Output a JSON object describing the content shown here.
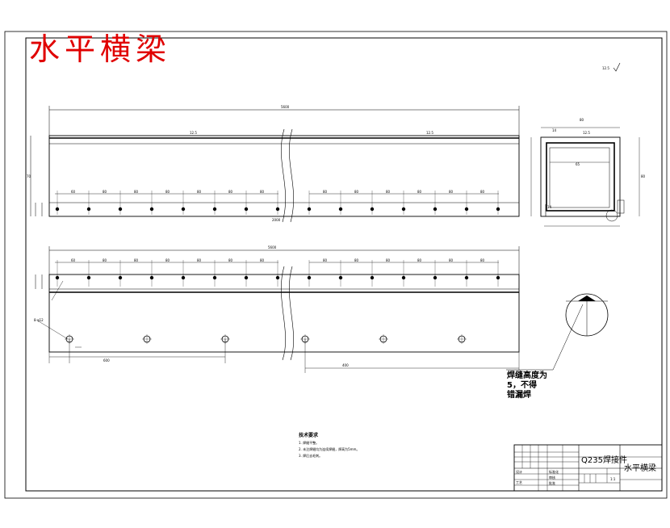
{
  "header": {
    "title": "水平横梁",
    "roughness_mark": "12.5"
  },
  "front_view": {
    "overall_length_dim": "5600",
    "height_dim": "70",
    "hole_pitch_top": [
      "60",
      "80",
      "80",
      "80",
      "80",
      "80",
      "80",
      "80",
      "80",
      "80",
      "80",
      "80",
      "80",
      "80",
      "60"
    ],
    "segment_dim": "2000"
  },
  "side_view": {
    "width_dim": "80",
    "inner_dim": "65",
    "height_dim": "80"
  },
  "bottom_view": {
    "overall_dim": "5600",
    "hole_label": "8-φ12",
    "span_a": "600",
    "span_b": "400"
  },
  "detail": {
    "weld_note_1": "焊缝高度为",
    "weld_note_2": "5，不得",
    "weld_note_3": "错漏焊"
  },
  "tech_notes": {
    "heading": "技术要求",
    "line1": "1. 焊缝平整。",
    "line2": "2. 未注焊缝均为连续焊缝，焊高为5mm。",
    "line3": "3. 焊后去毛刺。"
  },
  "title_block": {
    "material": "Q235焊接件",
    "name": "水平横梁",
    "label_design": "设计",
    "label_review": "审核",
    "label_craft": "工艺",
    "label_std": "标准化",
    "label_approve": "批准",
    "scale": "1:1"
  }
}
